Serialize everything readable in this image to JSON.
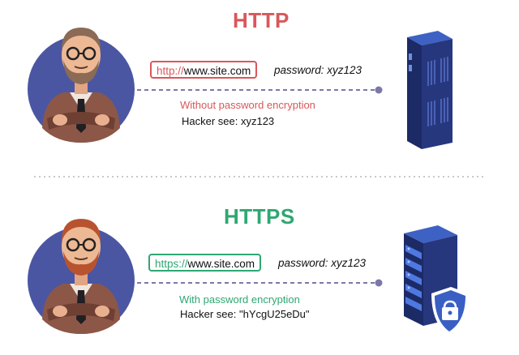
{
  "http": {
    "title": "HTTP",
    "url_protocol": "http://",
    "url_host": "www.site.com",
    "password_text": "password: xyz123",
    "status": "Without password encryption",
    "hacker_see": "Hacker see: xyz123",
    "accent": "#d9575a"
  },
  "https": {
    "title": "HTTPS",
    "url_protocol": "https://",
    "url_host": "www.site.com",
    "password_text": "password: xyz123",
    "status": "With password encryption",
    "hacker_see": "Hacker see:  \"hYcgU25eDu\"",
    "accent": "#2fa772"
  },
  "colors": {
    "avatar_bg": "#4b56a3",
    "server": "#27377e",
    "server_accent": "#3e61c4",
    "shield": "#3a5fc4",
    "link_line": "#7b78a8",
    "separator": "#c8c8cf"
  },
  "icons": [
    "man-avatar-icon",
    "server-icon",
    "shield-lock-icon"
  ]
}
